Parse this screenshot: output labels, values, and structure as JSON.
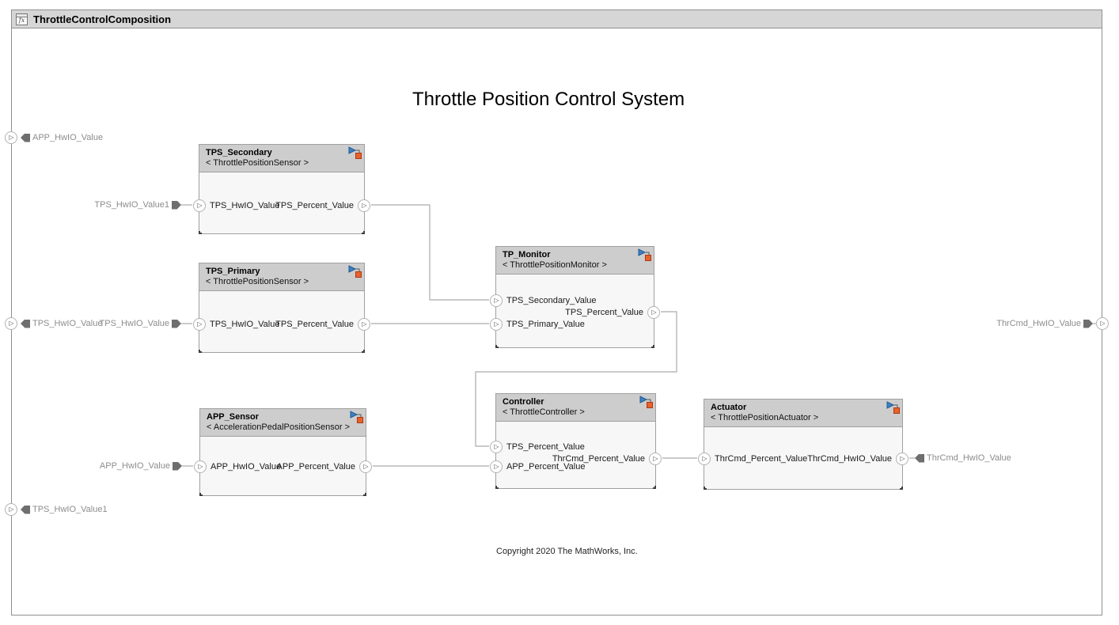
{
  "window": {
    "title": "ThrottleControlComposition",
    "icon": "fx"
  },
  "diagram": {
    "title": "Throttle Position Control System",
    "copyright": "Copyright 2020 The MathWorks, Inc."
  },
  "boundary_ports": {
    "left": [
      "APP_HwIO_Value",
      "TPS_HwIO_Value",
      "TPS_HwIO_Value1"
    ],
    "right": [
      "ThrCmd_HwIO_Value"
    ]
  },
  "connection_labels": {
    "to_tps_secondary": "TPS_HwIO_Value1",
    "to_tps_primary": "TPS_HwIO_Value",
    "to_app_sensor": "APP_HwIO_Value",
    "from_actuator": "ThrCmd_HwIO_Value",
    "to_right_port": "ThrCmd_HwIO_Value"
  },
  "components": [
    {
      "name": "TPS_Secondary",
      "stereotype": "< ThrottlePositionSensor >",
      "inputs": [
        "TPS_HwIO_Value"
      ],
      "outputs": [
        "TPS_Percent_Value"
      ]
    },
    {
      "name": "TPS_Primary",
      "stereotype": "< ThrottlePositionSensor >",
      "inputs": [
        "TPS_HwIO_Value"
      ],
      "outputs": [
        "TPS_Percent_Value"
      ]
    },
    {
      "name": "APP_Sensor",
      "stereotype": "< AccelerationPedalPositionSensor >",
      "inputs": [
        "APP_HwIO_Value"
      ],
      "outputs": [
        "APP_Percent_Value"
      ]
    },
    {
      "name": "TP_Monitor",
      "stereotype": "< ThrottlePositionMonitor >",
      "inputs": [
        "TPS_Secondary_Value",
        "TPS_Primary_Value"
      ],
      "outputs": [
        "TPS_Percent_Value"
      ]
    },
    {
      "name": "Controller",
      "stereotype": "< ThrottleController >",
      "inputs": [
        "TPS_Percent_Value",
        "APP_Percent_Value"
      ],
      "outputs": [
        "ThrCmd_Percent_Value"
      ]
    },
    {
      "name": "Actuator",
      "stereotype": "< ThrottlePositionActuator >",
      "inputs": [
        "ThrCmd_Percent_Value"
      ],
      "outputs": [
        "ThrCmd_HwIO_Value"
      ]
    }
  ],
  "connections": [
    {
      "from": "TPS_HwIO_Value1",
      "to": "TPS_Secondary.TPS_HwIO_Value"
    },
    {
      "from": "TPS_HwIO_Value",
      "to": "TPS_Primary.TPS_HwIO_Value"
    },
    {
      "from": "APP_HwIO_Value",
      "to": "APP_Sensor.APP_HwIO_Value"
    },
    {
      "from": "TPS_Secondary.TPS_Percent_Value",
      "to": "TP_Monitor.TPS_Secondary_Value"
    },
    {
      "from": "TPS_Primary.TPS_Percent_Value",
      "to": "TP_Monitor.TPS_Primary_Value"
    },
    {
      "from": "TP_Monitor.TPS_Percent_Value",
      "to": "Controller.TPS_Percent_Value"
    },
    {
      "from": "APP_Sensor.APP_Percent_Value",
      "to": "Controller.APP_Percent_Value"
    },
    {
      "from": "Controller.ThrCmd_Percent_Value",
      "to": "Actuator.ThrCmd_Percent_Value"
    },
    {
      "from": "Actuator.ThrCmd_HwIO_Value",
      "to": "ThrCmd_HwIO_Value"
    }
  ],
  "colors": {
    "titlebar_bg": "#d6d6d6",
    "block_header_bg": "#cdcdcd",
    "block_body_bg": "#f7f7f7",
    "block_border": "#a0a0a0",
    "wire": "#ababab",
    "gray_label": "#8c8c8c",
    "badge_blue": "#3f80c1",
    "badge_orange": "#e8622a"
  }
}
